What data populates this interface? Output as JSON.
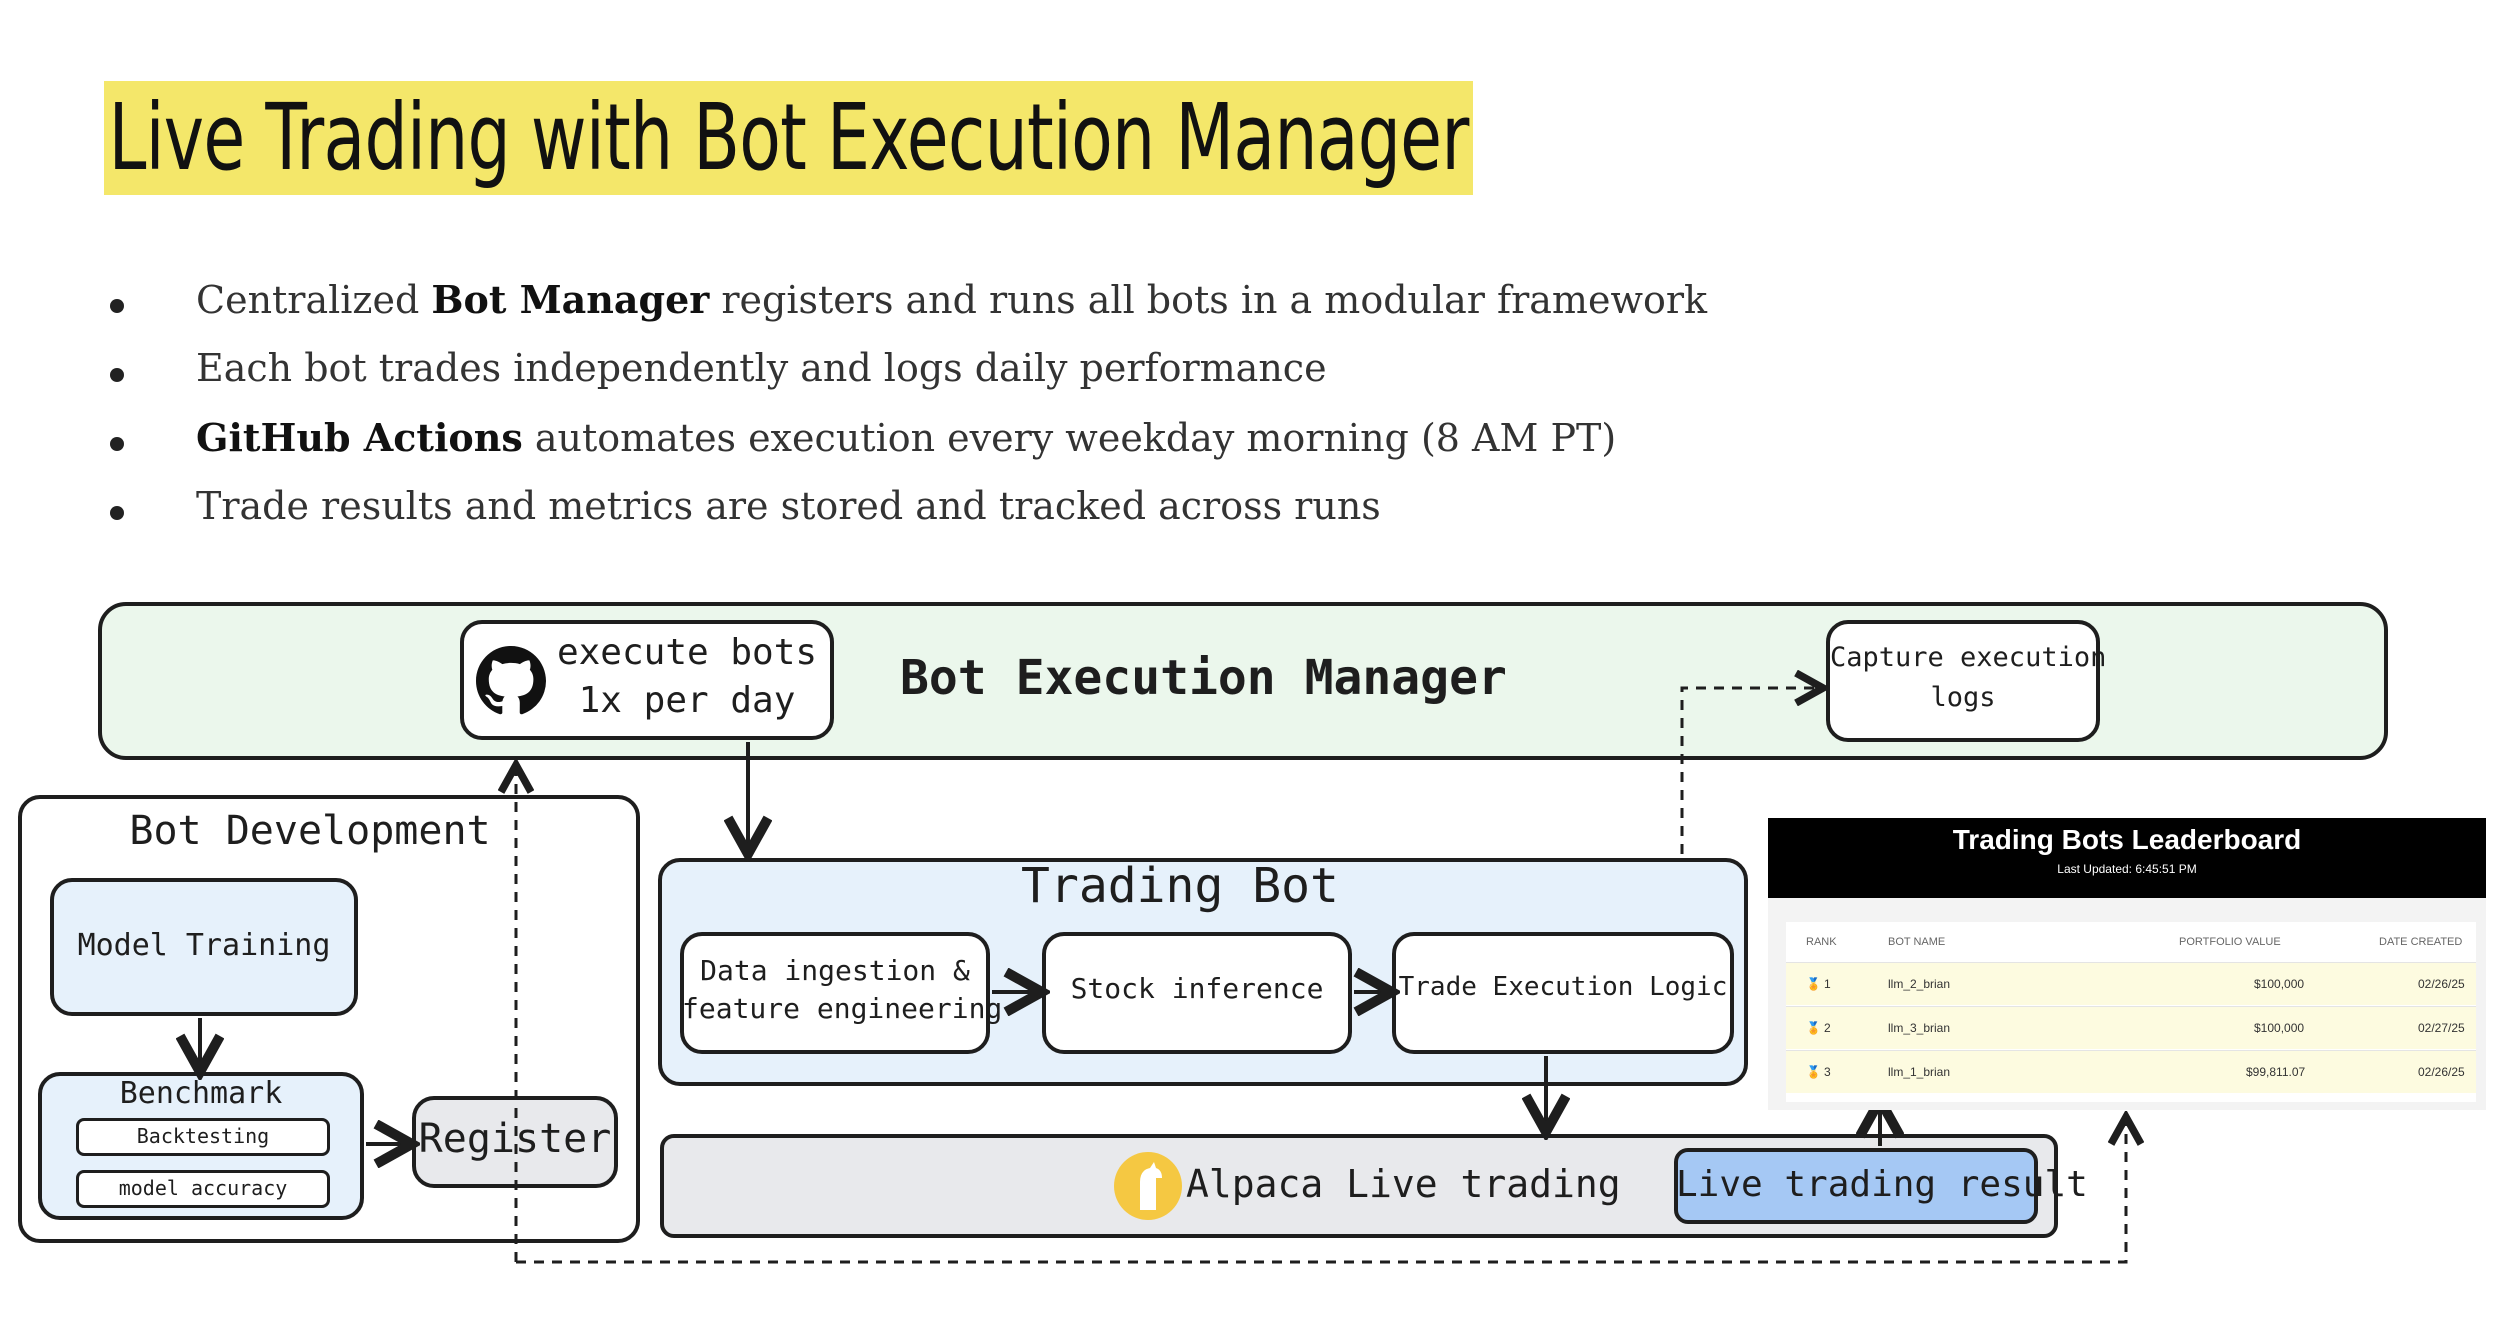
{
  "title": "Live Trading with Bot Execution Manager",
  "bullets": [
    {
      "bold_prefix": "",
      "pre": "Centralized ",
      "bold": "Bot Manager",
      "post": " registers and runs all bots in a modular framework"
    },
    {
      "pre": "Each bot trades independently and logs daily performance",
      "bold": "",
      "post": ""
    },
    {
      "pre": "",
      "bold": "GitHub Actions",
      "post": " automates execution every weekday morning (8 AM PT)"
    },
    {
      "pre": "Trade results and metrics are stored and tracked across runs",
      "bold": "",
      "post": ""
    }
  ],
  "diagram": {
    "manager_label": "Bot Execution Manager",
    "execute_line1": "execute bots",
    "execute_line2": "1x per day",
    "capture_line1": "Capture execution",
    "capture_line2": "logs",
    "dev_label": "Bot Development",
    "model_training": "Model Training",
    "benchmark": "Benchmark",
    "backtesting": "Backtesting",
    "model_accuracy": "model accuracy",
    "register": "Register",
    "trading_bot": "Trading Bot",
    "data_line1": "Data ingestion &",
    "data_line2": "feature engineering",
    "stock_inference": "Stock inference",
    "trade_logic": "Trade Execution Logic",
    "alpaca": "Alpaca Live trading",
    "live_result": "Live trading result"
  },
  "leaderboard": {
    "title": "Trading Bots Leaderboard",
    "updated": "Last Updated: 6:45:51 PM",
    "headers": [
      "RANK",
      "BOT NAME",
      "PORTFOLIO VALUE",
      "DATE CREATED"
    ],
    "rows": [
      {
        "rank": "1",
        "name": "llm_2_brian",
        "value": "$100,000",
        "date": "02/26/25"
      },
      {
        "rank": "2",
        "name": "llm_3_brian",
        "value": "$100,000",
        "date": "02/27/25"
      },
      {
        "rank": "3",
        "name": "llm_1_brian",
        "value": "$99,811.07",
        "date": "02/26/25"
      }
    ]
  },
  "colors": {
    "title_highlight": "#f4e76a",
    "manager_fill": "#ebf7ec",
    "bot_fill": "#e6f1fb",
    "alpaca_fill": "#e8e9ec",
    "result_fill": "#a5c8f4",
    "row_highlight": "#fdfbe0"
  },
  "icons": [
    "github-icon",
    "alpaca-logo",
    "medal-icon"
  ]
}
